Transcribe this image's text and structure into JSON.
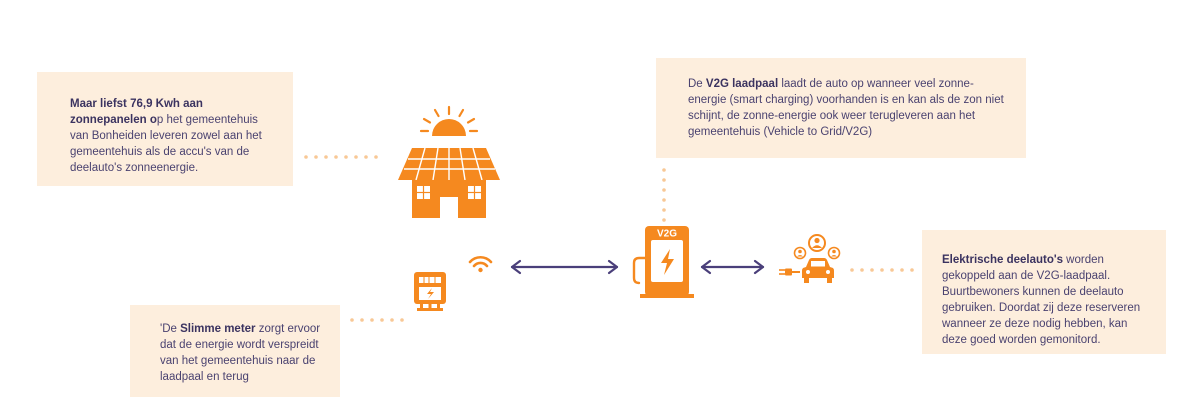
{
  "solar_box": {
    "bold": "Maar liefst 76,9 Kwh aan zonnepanelen o",
    "text": "p het gemeentehuis van Bonheiden leveren zowel aan het gemeentehuis als de accu's van de deelauto's zonneenergie."
  },
  "v2g_box": {
    "prefix": "De ",
    "bold": "V2G laadpaal",
    "text": " laadt de auto op wanneer veel zonne-energie (smart charging) voorhanden is en kan als de zon niet schijnt, de zonne-energie ook weer terugleveren aan het gemeentehuis (Vehicle to Grid/V2G)"
  },
  "meter_box": {
    "prefix": "'De ",
    "bold": "Slimme meter",
    "text": " zorgt ervoor dat de energie wordt verspreidt van het gemeentehuis naar de laadpaal en terug"
  },
  "car_box": {
    "bold": "Elektrische deelauto's",
    "text": " worden gekoppeld aan de V2G-laadpaal. Buurtbewoners kunnen de deelauto gebruiken. Doordat zij deze reserveren wanneer ze deze nodig hebben, kan deze goed worden gemonitord."
  },
  "charger_label": "V2G",
  "colors": {
    "orange": "#f5891f",
    "dots": "#f8c896",
    "box_bg": "#fdeedd",
    "arrow": "#4a3f7a",
    "text": "#3b3360"
  },
  "icons": [
    "sun-icon",
    "solar-house-icon",
    "wifi-icon",
    "smart-meter-icon",
    "charging-station-icon",
    "shared-car-icon"
  ]
}
